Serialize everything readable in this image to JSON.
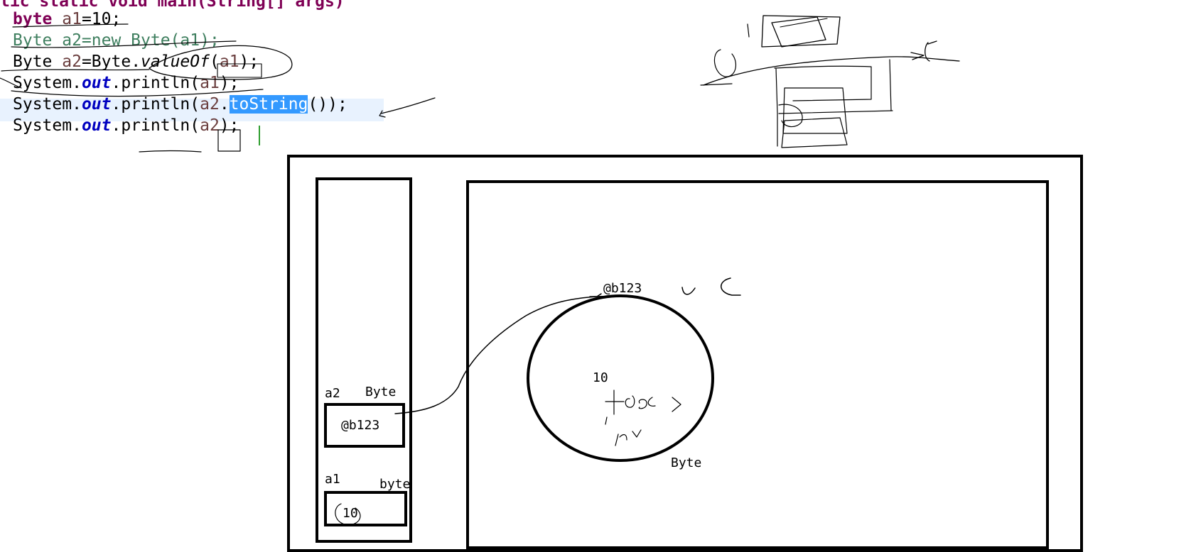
{
  "code": {
    "line0": "lic static void main(String[] args)",
    "line1_kw": "byte",
    "line1_var": "a1",
    "line1_rest": "=10;",
    "line2": "Byte a2=new Byte(a1);",
    "line3_a": "Byte ",
    "line3_var": "a2",
    "line3_b": "=Byte.",
    "line3_method": "valueOf",
    "line3_c": "(",
    "line3_arg": "a1",
    "line3_d": ");",
    "line4_a": "System.",
    "line4_field": "out",
    "line4_b": ".println(",
    "line4_arg": "a1",
    "line4_c": ");",
    "line5_a": "System.",
    "line5_field": "out",
    "line5_b": ".println(",
    "line5_arg": "a2",
    "line5_c": ".",
    "line5_sel": "toString",
    "line5_d": "());",
    "line6_a": "System.",
    "line6_field": "out",
    "line6_b": ".println(",
    "line6_arg": "a2",
    "line6_c": ");"
  },
  "diagram": {
    "stack_a2_name": "a2",
    "stack_a2_type": "Byte",
    "stack_a2_value": "@b123",
    "stack_a1_name": "a1",
    "stack_a1_type": "byte",
    "stack_a1_value": "10",
    "heap_object_address": "@b123",
    "heap_object_value": "10",
    "heap_object_type": "Byte"
  },
  "colors": {
    "keyword": "#7f0055",
    "variable": "#6a3e3e",
    "comment": "#3f7f5f",
    "static_field": "#0000c0",
    "selection": "#3399ff",
    "current_line": "#e8f2fe",
    "caret": "#2f9e2f"
  }
}
